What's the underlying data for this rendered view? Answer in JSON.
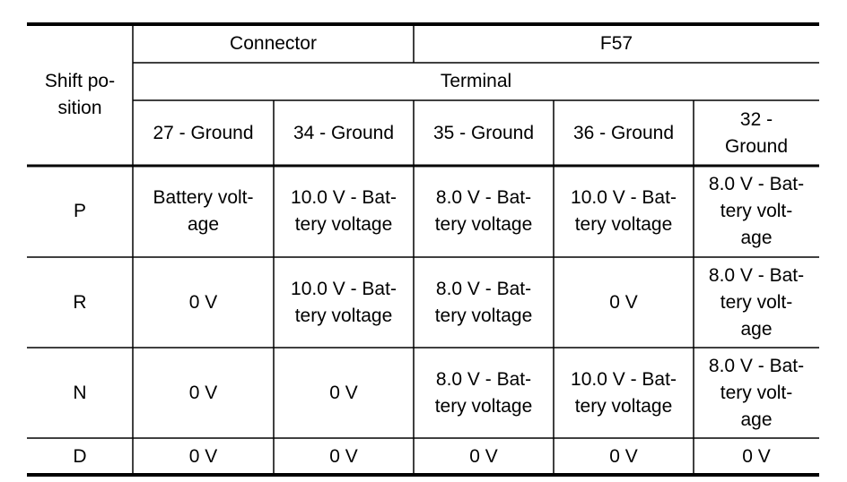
{
  "table": {
    "header": {
      "shift_position": "Shift po-\nsition",
      "connector_label": "Connector",
      "connector_value": "F57",
      "terminal_label": "Terminal",
      "terminals": [
        "27 - Ground",
        "34 - Ground",
        "35 - Ground",
        "36 - Ground",
        "32 -\nGround"
      ]
    },
    "rows": [
      {
        "position": "P",
        "cells": [
          "Battery volt-\nage",
          "10.0 V - Bat-\ntery voltage",
          "8.0 V - Bat-\ntery voltage",
          "10.0 V - Bat-\ntery voltage",
          "8.0 V - Bat-\ntery volt-\nage"
        ]
      },
      {
        "position": "R",
        "cells": [
          "0 V",
          "10.0 V - Bat-\ntery voltage",
          "8.0 V - Bat-\ntery voltage",
          "0 V",
          "8.0 V - Bat-\ntery volt-\nage"
        ]
      },
      {
        "position": "N",
        "cells": [
          "0 V",
          "0 V",
          "8.0 V - Bat-\ntery voltage",
          "10.0 V - Bat-\ntery voltage",
          "8.0 V - Bat-\ntery volt-\nage"
        ]
      },
      {
        "position": "D",
        "cells": [
          "0 V",
          "0 V",
          "0 V",
          "0 V",
          "0 V"
        ]
      }
    ]
  }
}
